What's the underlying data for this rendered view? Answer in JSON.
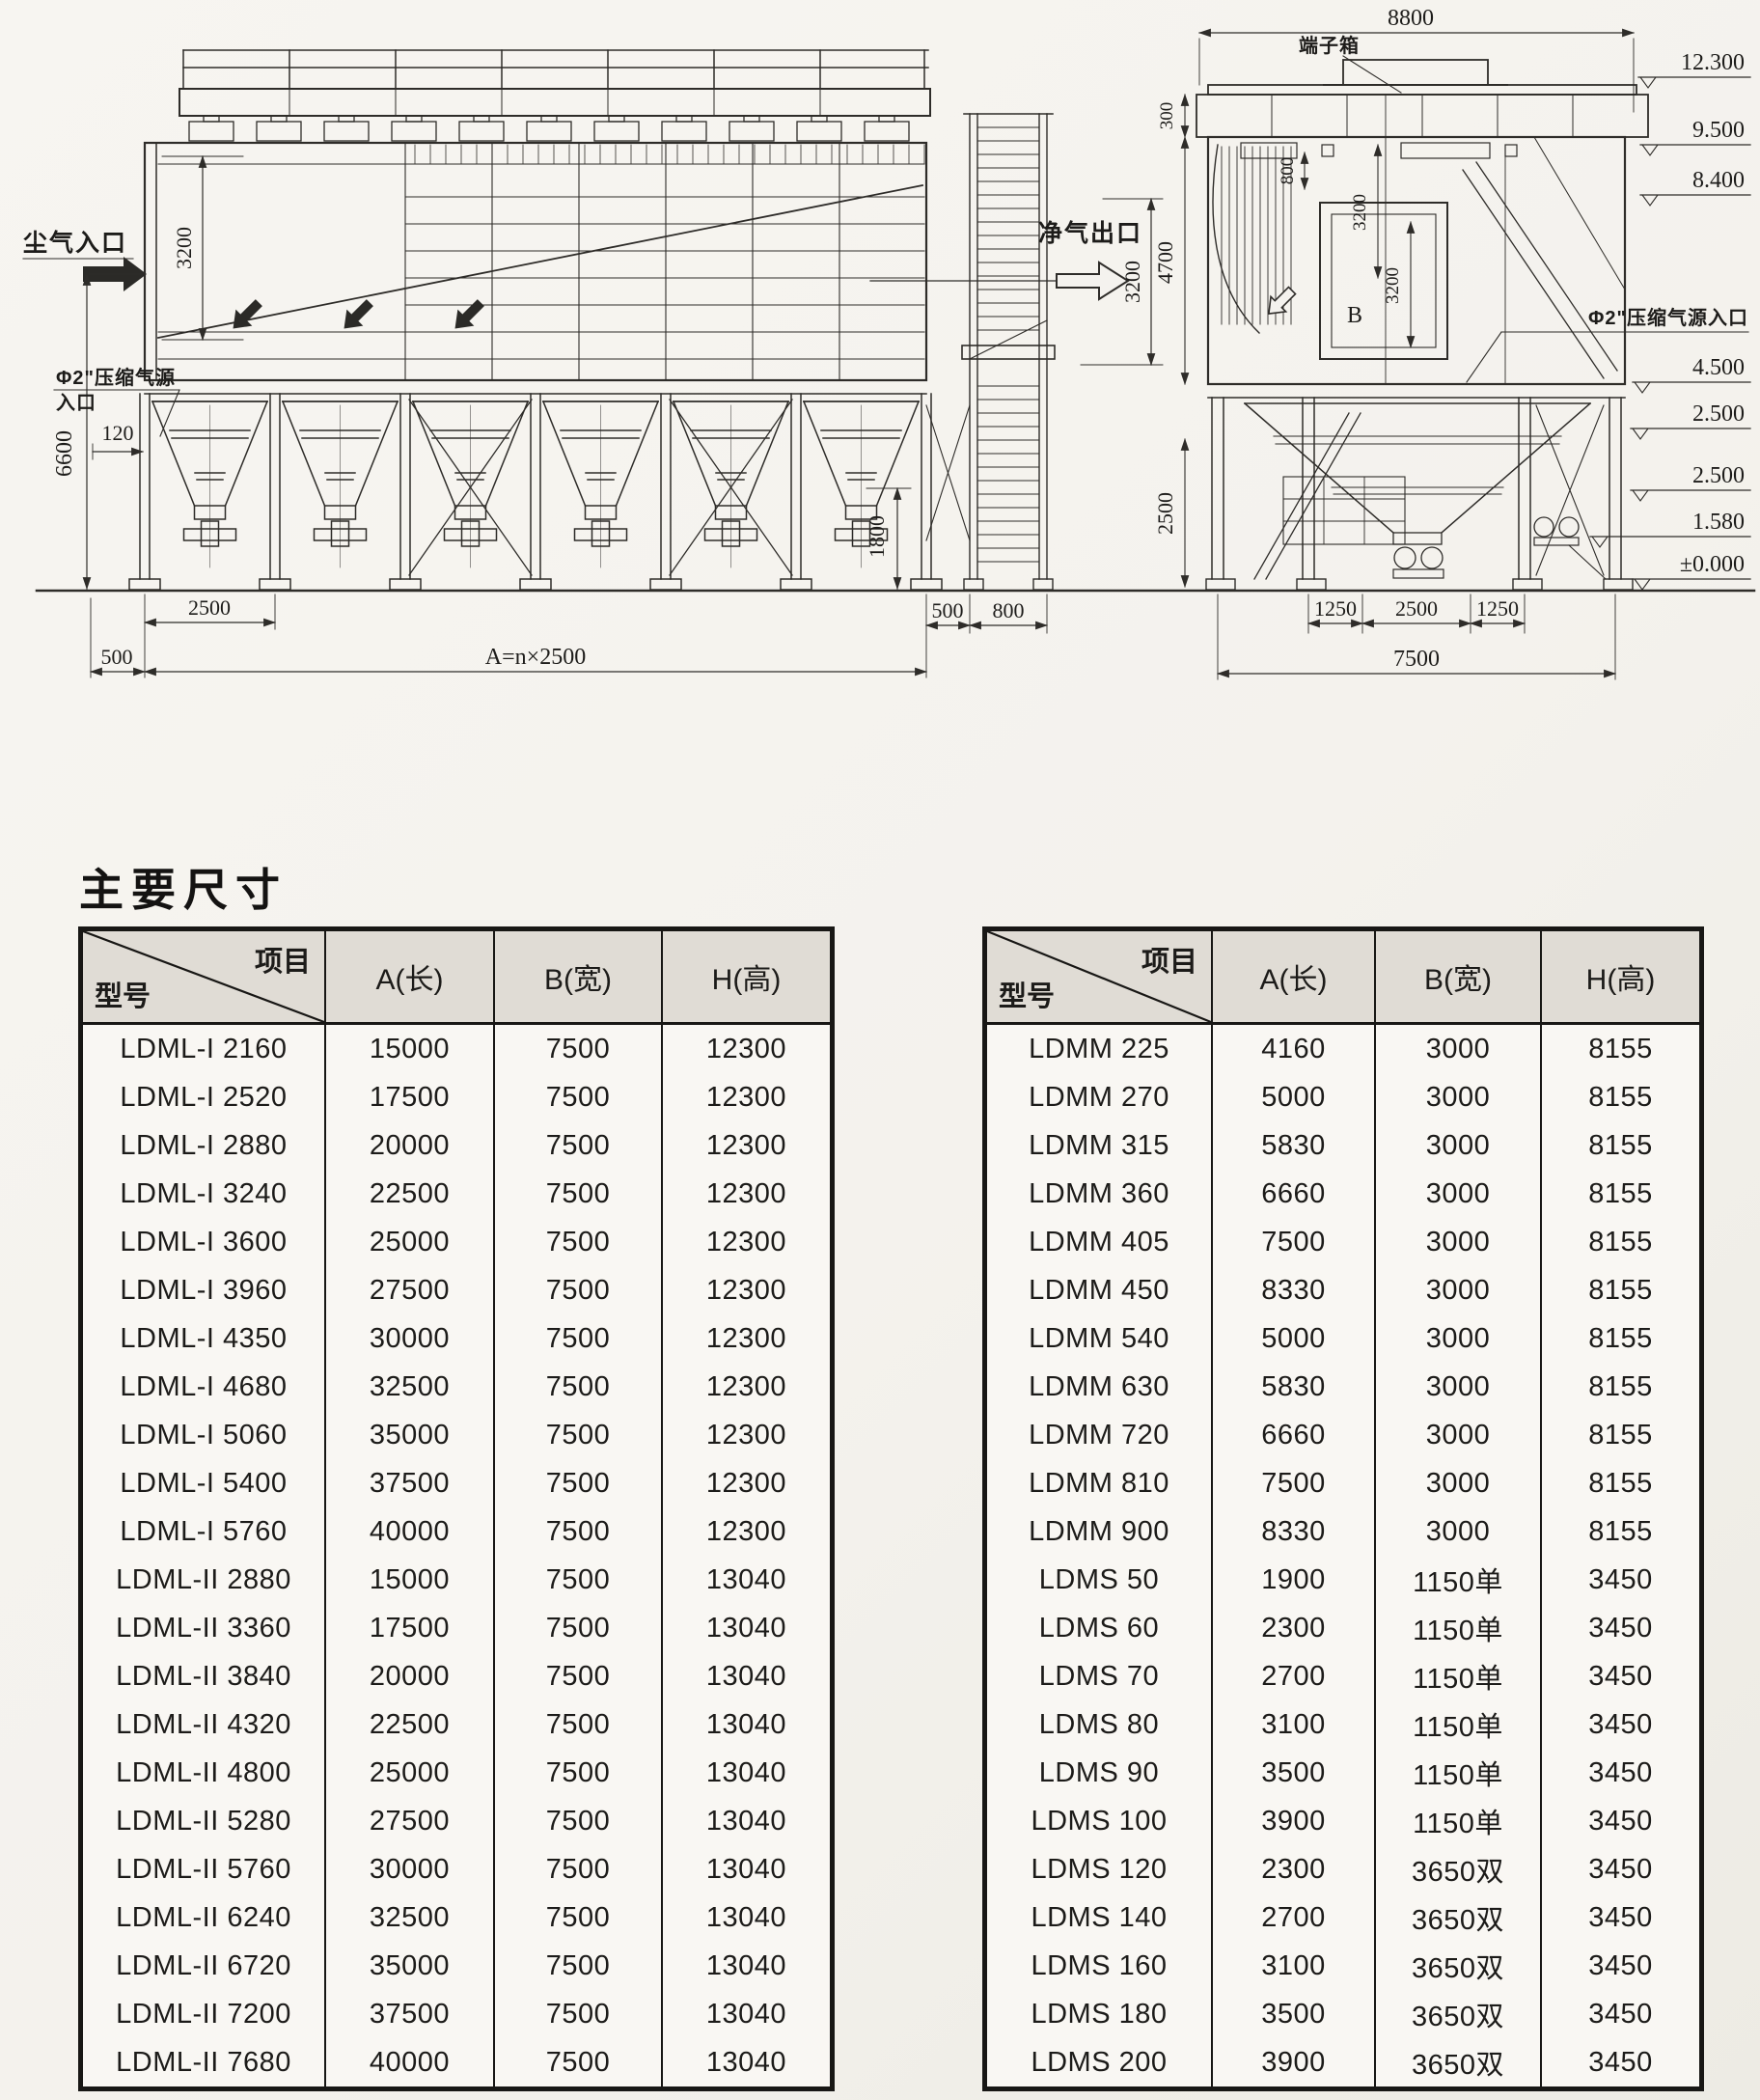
{
  "document": {
    "section_title": "主要尺寸"
  },
  "diagram": {
    "front": {
      "dust_inlet": "尘气入口",
      "clean_outlet": "净气出口",
      "air_src_1": "Φ2\"压缩气源",
      "air_src_2": "入口",
      "d3200_in": "3200",
      "d3200_out": "3200",
      "d6600": "6600",
      "d120": "120",
      "d2500": "2500",
      "dA": "A=n×2500",
      "d500l": "500",
      "d500r": "500",
      "d800": "800",
      "d1800": "1800"
    },
    "side": {
      "d8800": "8800",
      "terminal_box": "端子箱",
      "d300": "300",
      "d4700": "4700",
      "d2500": "2500",
      "d800": "800",
      "d3200a": "3200",
      "d3200b": "3200",
      "b": "B",
      "air_src": "Φ2\"压缩气源入口",
      "e12300": "12.300",
      "e9500": "9.500",
      "e8400": "8.400",
      "e4500": "4.500",
      "e2500a": "2.500",
      "e2500b": "2.500",
      "e1580": "1.580",
      "e0": "±0.000",
      "d1250l": "1250",
      "d2500b": "2500",
      "d1250r": "1250",
      "d7500": "7500"
    }
  },
  "tables": {
    "left": {
      "corner_top": "项目",
      "corner_bottom": "型号",
      "columns": [
        "A(长)",
        "B(宽)",
        "H(高)"
      ],
      "rows": [
        [
          "LDML-I 2160",
          "15000",
          "7500",
          "12300"
        ],
        [
          "LDML-I 2520",
          "17500",
          "7500",
          "12300"
        ],
        [
          "LDML-I 2880",
          "20000",
          "7500",
          "12300"
        ],
        [
          "LDML-I 3240",
          "22500",
          "7500",
          "12300"
        ],
        [
          "LDML-I 3600",
          "25000",
          "7500",
          "12300"
        ],
        [
          "LDML-I 3960",
          "27500",
          "7500",
          "12300"
        ],
        [
          "LDML-I 4350",
          "30000",
          "7500",
          "12300"
        ],
        [
          "LDML-I 4680",
          "32500",
          "7500",
          "12300"
        ],
        [
          "LDML-I 5060",
          "35000",
          "7500",
          "12300"
        ],
        [
          "LDML-I 5400",
          "37500",
          "7500",
          "12300"
        ],
        [
          "LDML-I 5760",
          "40000",
          "7500",
          "12300"
        ],
        [
          "LDML-II 2880",
          "15000",
          "7500",
          "13040"
        ],
        [
          "LDML-II 3360",
          "17500",
          "7500",
          "13040"
        ],
        [
          "LDML-II 3840",
          "20000",
          "7500",
          "13040"
        ],
        [
          "LDML-II 4320",
          "22500",
          "7500",
          "13040"
        ],
        [
          "LDML-II 4800",
          "25000",
          "7500",
          "13040"
        ],
        [
          "LDML-II 5280",
          "27500",
          "7500",
          "13040"
        ],
        [
          "LDML-II 5760",
          "30000",
          "7500",
          "13040"
        ],
        [
          "LDML-II 6240",
          "32500",
          "7500",
          "13040"
        ],
        [
          "LDML-II 6720",
          "35000",
          "7500",
          "13040"
        ],
        [
          "LDML-II 7200",
          "37500",
          "7500",
          "13040"
        ],
        [
          "LDML-II 7680",
          "40000",
          "7500",
          "13040"
        ]
      ]
    },
    "right": {
      "corner_top": "项目",
      "corner_bottom": "型号",
      "columns": [
        "A(长)",
        "B(宽)",
        "H(高)"
      ],
      "rows": [
        [
          "LDMM 225",
          "4160",
          "3000",
          "8155"
        ],
        [
          "LDMM 270",
          "5000",
          "3000",
          "8155"
        ],
        [
          "LDMM 315",
          "5830",
          "3000",
          "8155"
        ],
        [
          "LDMM 360",
          "6660",
          "3000",
          "8155"
        ],
        [
          "LDMM 405",
          "7500",
          "3000",
          "8155"
        ],
        [
          "LDMM 450",
          "8330",
          "3000",
          "8155"
        ],
        [
          "LDMM 540",
          "5000",
          "3000",
          "8155"
        ],
        [
          "LDMM 630",
          "5830",
          "3000",
          "8155"
        ],
        [
          "LDMM 720",
          "6660",
          "3000",
          "8155"
        ],
        [
          "LDMM 810",
          "7500",
          "3000",
          "8155"
        ],
        [
          "LDMM 900",
          "8330",
          "3000",
          "8155"
        ],
        [
          "LDMS 50",
          "1900",
          "1150单",
          "3450"
        ],
        [
          "LDMS 60",
          "2300",
          "1150单",
          "3450"
        ],
        [
          "LDMS 70",
          "2700",
          "1150单",
          "3450"
        ],
        [
          "LDMS 80",
          "3100",
          "1150单",
          "3450"
        ],
        [
          "LDMS 90",
          "3500",
          "1150单",
          "3450"
        ],
        [
          "LDMS 100",
          "3900",
          "1150单",
          "3450"
        ],
        [
          "LDMS 120",
          "2300",
          "3650双",
          "3450"
        ],
        [
          "LDMS 140",
          "2700",
          "3650双",
          "3450"
        ],
        [
          "LDMS 160",
          "3100",
          "3650双",
          "3450"
        ],
        [
          "LDMS 180",
          "3500",
          "3650双",
          "3450"
        ],
        [
          "LDMS 200",
          "3900",
          "3650双",
          "3450"
        ]
      ]
    }
  }
}
